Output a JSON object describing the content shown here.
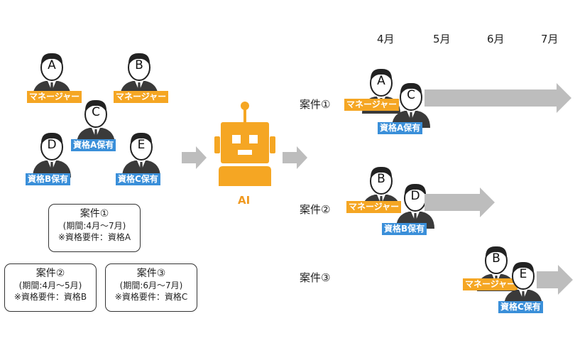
{
  "months": [
    "4月",
    "5月",
    "6月",
    "7月"
  ],
  "ai_label": "AI",
  "pool": [
    {
      "letter": "A",
      "tag": "マネージャー",
      "tag_type": "orange"
    },
    {
      "letter": "B",
      "tag": "マネージャー",
      "tag_type": "orange"
    },
    {
      "letter": "C",
      "tag": "資格A保有",
      "tag_type": "blue"
    },
    {
      "letter": "D",
      "tag": "資格B保有",
      "tag_type": "blue"
    },
    {
      "letter": "E",
      "tag": "資格C保有",
      "tag_type": "blue"
    }
  ],
  "cases": [
    {
      "title": "案件①",
      "period": "(期間:4月～7月)",
      "req": "※資格要件：資格A"
    },
    {
      "title": "案件②",
      "period": "(期間:4月～5月)",
      "req": "※資格要件：資格B"
    },
    {
      "title": "案件③",
      "period": "(期間:6月～7月)",
      "req": "※資格要件：資格C"
    }
  ],
  "assignments": [
    {
      "label": "案件①",
      "manager": {
        "letter": "A",
        "tag": "マネージャー"
      },
      "member": {
        "letter": "C",
        "tag": "資格A保有"
      }
    },
    {
      "label": "案件②",
      "manager": {
        "letter": "B",
        "tag": "マネージャー"
      },
      "member": {
        "letter": "D",
        "tag": "資格B保有"
      }
    },
    {
      "label": "案件③",
      "manager": {
        "letter": "B",
        "tag": "マネージャー"
      },
      "member": {
        "letter": "E",
        "tag": "資格C保有"
      }
    }
  ],
  "colors": {
    "manager_tag": "#f5a623",
    "qual_tag": "#3a8fd9",
    "robot": "#f5a623",
    "arrow": "#bdbdbd"
  }
}
